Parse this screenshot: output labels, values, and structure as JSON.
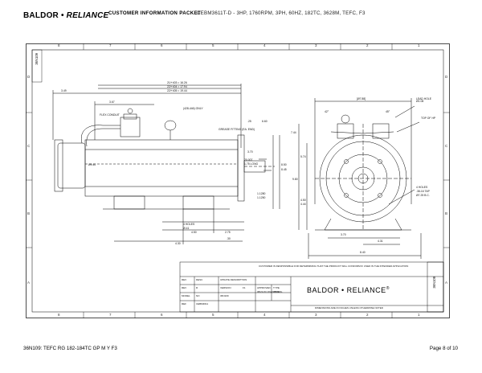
{
  "header": {
    "brand_left": "BALDOR",
    "brand_sep": " • ",
    "brand_right": "RELIANCE",
    "title": "CUSTOMER INFORMATION PACKET",
    "model": "CEBM3611T-D - 3HP, 1760RPM, 3PH, 60HZ, 182TC, 3628M, TEFC, F3"
  },
  "footer": {
    "left": "36N109: TEFC RG 182-184TC GP M Y F3",
    "right": "Page 8 of 10"
  },
  "drawing": {
    "zones_top": [
      "8",
      "7",
      "6",
      "5",
      "4",
      "3",
      "2",
      "1"
    ],
    "zones_side": [
      "D",
      "C",
      "B",
      "A"
    ],
    "side_id_left": "36N109",
    "side_id_right": "36N109",
    "labels": {
      "dim_349": "3.49",
      "dim_367": "3.67",
      "dim_len1": "21/+403 = 16.26",
      "dim_len2": "22/+404 = 17.94",
      "dim_len3": "22/+405 = 19.44",
      "lifting_eye": "(428-446) ONLY",
      "flex_conduit": "FLEX CONDUIT",
      "grease_fitting": "GREASE FITTING (EA. END)",
      "dim_25": ".25",
      "dim_60": "6.60",
      "dim_370": "3.70",
      "dim_2007": "20.007",
      "dim_1750": "1.75 LONG",
      "dim_850": "8.50",
      "dim_845": "8.45",
      "dim_1080": "1.1280",
      "dim_1250": "1.1250",
      "dim_940": "Ø9.40",
      "holes_4": "4 HOLES",
      "dia_41": "Ø.41",
      "dim_450": "4.50",
      "dim_275": "2.75",
      "dim_30": ".30",
      "dim_430": "4.30",
      "dim_788": "[Ø7.88]",
      "lead_hole": "LEAD HOLE Ø1.08",
      "top_of_hp": "TOP OF HP",
      "dim_42": "42°",
      "dim_45": "45°",
      "dim_744": "7.44",
      "dim_574": "5.74",
      "dim_450b": "4.50",
      "dim_444": "4.44",
      "holes_4b": "4 HOLES",
      "thread": ".38-16 TAP",
      "bc": "Ø7.25 B.C.",
      "dim_370b": "3.70",
      "dim_431": "4.31",
      "dim_840": "8.40",
      "dim_9": "9.80"
    }
  },
  "title_block": {
    "top_note": "CUSTOMER IS RESPONSIBLE FOR DETERMINING THAT THE PRODUCT WILL CONFORM IF USED IN THE INTENDED APPLICATION",
    "brand": "BALDOR • RELIANCE",
    "registered": "®",
    "bottom_note": "DIMENSIONS ARE IN INCHES UNLESS OTHERWISE NOTED",
    "rows": [
      [
        "REV",
        "DESC",
        "UPDATE DESCRIPTION"
      ],
      [
        "REV",
        "R",
        "VERSION",
        "F1",
        "APPROVED",
        "08/21/23 JOHN DOE",
        "TYPE",
        "36N109-"
      ],
      [
        "MODEL",
        "NO",
        "36N109",
        "",
        "",
        "",
        "",
        ""
      ],
      [
        "REF",
        "CEBM3611",
        "",
        "",
        "",
        "",
        "",
        ""
      ]
    ]
  }
}
